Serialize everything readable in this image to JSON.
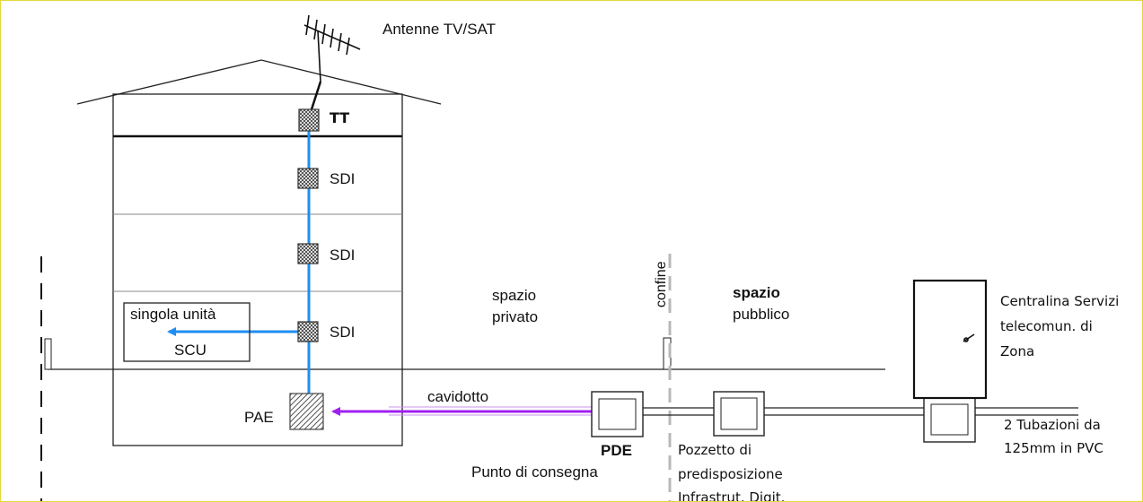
{
  "labels": {
    "antenna": "Antenne TV/SAT",
    "tt": "TT",
    "sdi": "SDI",
    "unit_title": "singola unità",
    "scu": "SCU",
    "pae": "PAE",
    "cavidotto": "cavidotto",
    "private_space_1": "spazio",
    "private_space_2": "privato",
    "border": "confine",
    "public_space_1": "spazio",
    "public_space_2": "pubblico",
    "cabinet_1": "Centralina Servizi",
    "cabinet_2": "telecomun. di",
    "cabinet_3": "Zona",
    "pde": "PDE",
    "delivery_point": "Punto di consegna",
    "manhole_1": "Pozzetto di",
    "manhole_2": "predisposizione",
    "manhole_3": "Infrastrut. Digit.",
    "pipes_1": "2 Tubazioni da",
    "pipes_2": "125mm in PVC"
  },
  "colors": {
    "riser_line": "#1f8ef1",
    "cavidotto_line": "#a020f0",
    "frame_border": "#e8d83a",
    "stroke": "#111111"
  },
  "icons": {
    "antenna": "antenna-icon",
    "sdi_box": "hatched-box-icon",
    "pae_box": "diagonal-hatched-box-icon",
    "cabinet_handle": "handle-icon"
  }
}
